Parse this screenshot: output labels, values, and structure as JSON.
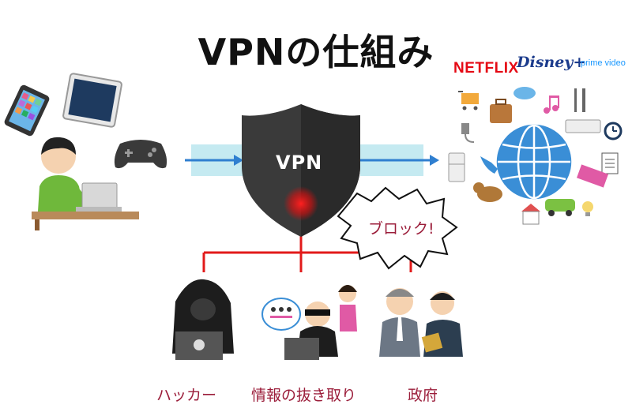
{
  "title": "VPNの仕組み",
  "shield_label": "VPN",
  "speech_bubble": "ブロック!",
  "threats": {
    "hacker": "ハッカー",
    "data_theft": "情報の抜き取り",
    "government": "政府"
  },
  "services": {
    "netflix": "NETFLIX",
    "disney": "Disney+",
    "prime": "prime video"
  },
  "colors": {
    "tunnel": "#bfe8f0",
    "arrow": "#2f7fd0",
    "shield": "#333333",
    "red_line": "#e21a1a",
    "label": "#9b1d3a",
    "globe": "#3a8ed6"
  }
}
